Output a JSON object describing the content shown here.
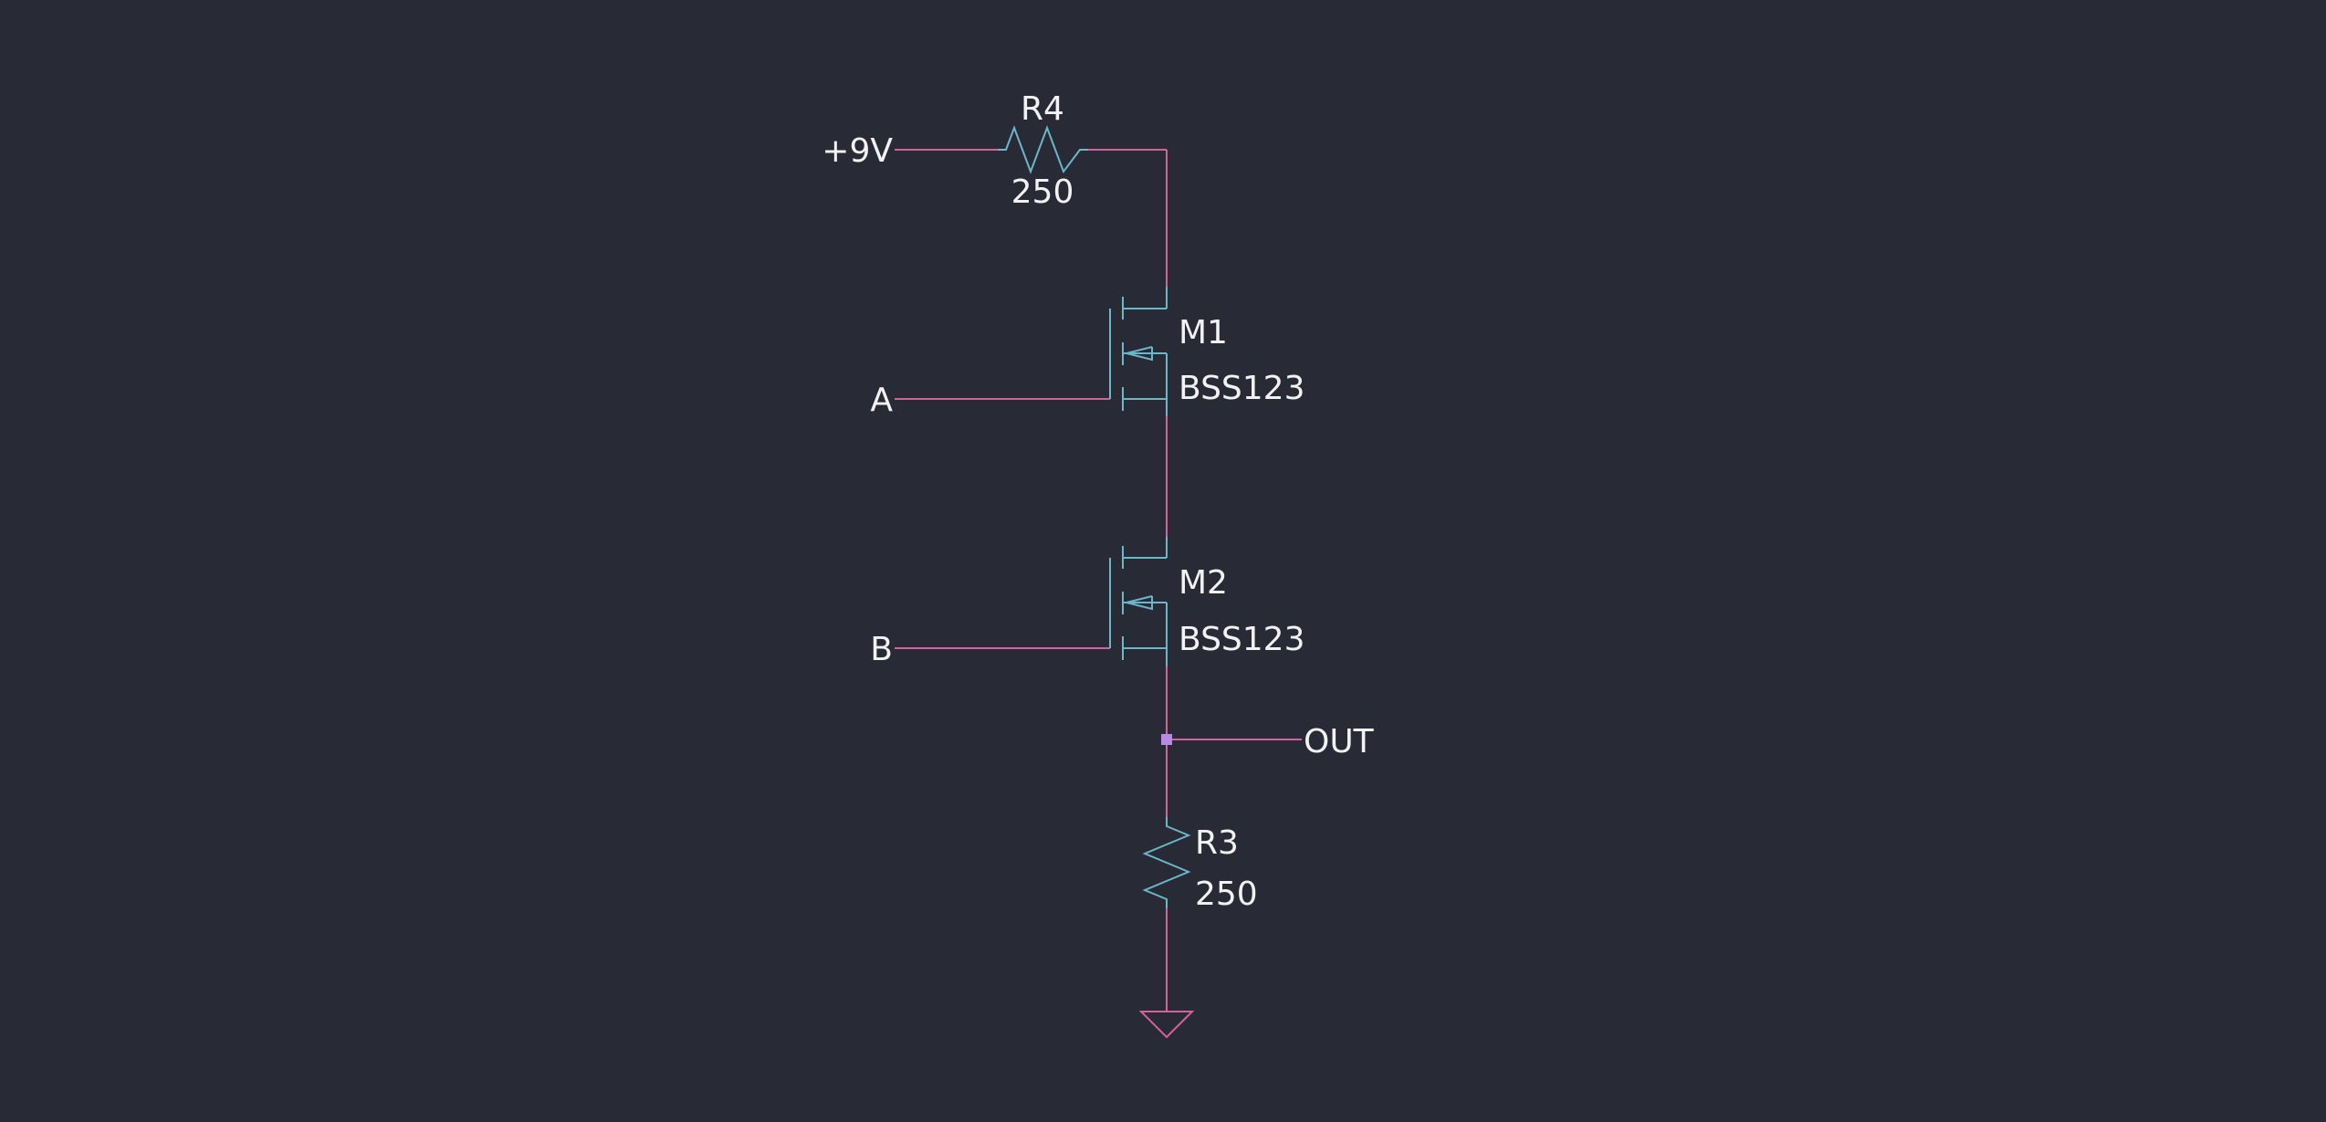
{
  "schematic": {
    "nets": {
      "supply": "+9V",
      "input_a": "A",
      "input_b": "B",
      "output": "OUT"
    },
    "components": {
      "r4": {
        "ref": "R4",
        "value": "250"
      },
      "m1": {
        "ref": "M1",
        "value": "BSS123"
      },
      "m2": {
        "ref": "M2",
        "value": "BSS123"
      },
      "r3": {
        "ref": "R3",
        "value": "250"
      }
    },
    "colors": {
      "background": "#282a36",
      "wire": "#d9609e",
      "component": "#6cb6c9",
      "junction": "#b78ae6",
      "text": "#f2f2f2"
    }
  }
}
